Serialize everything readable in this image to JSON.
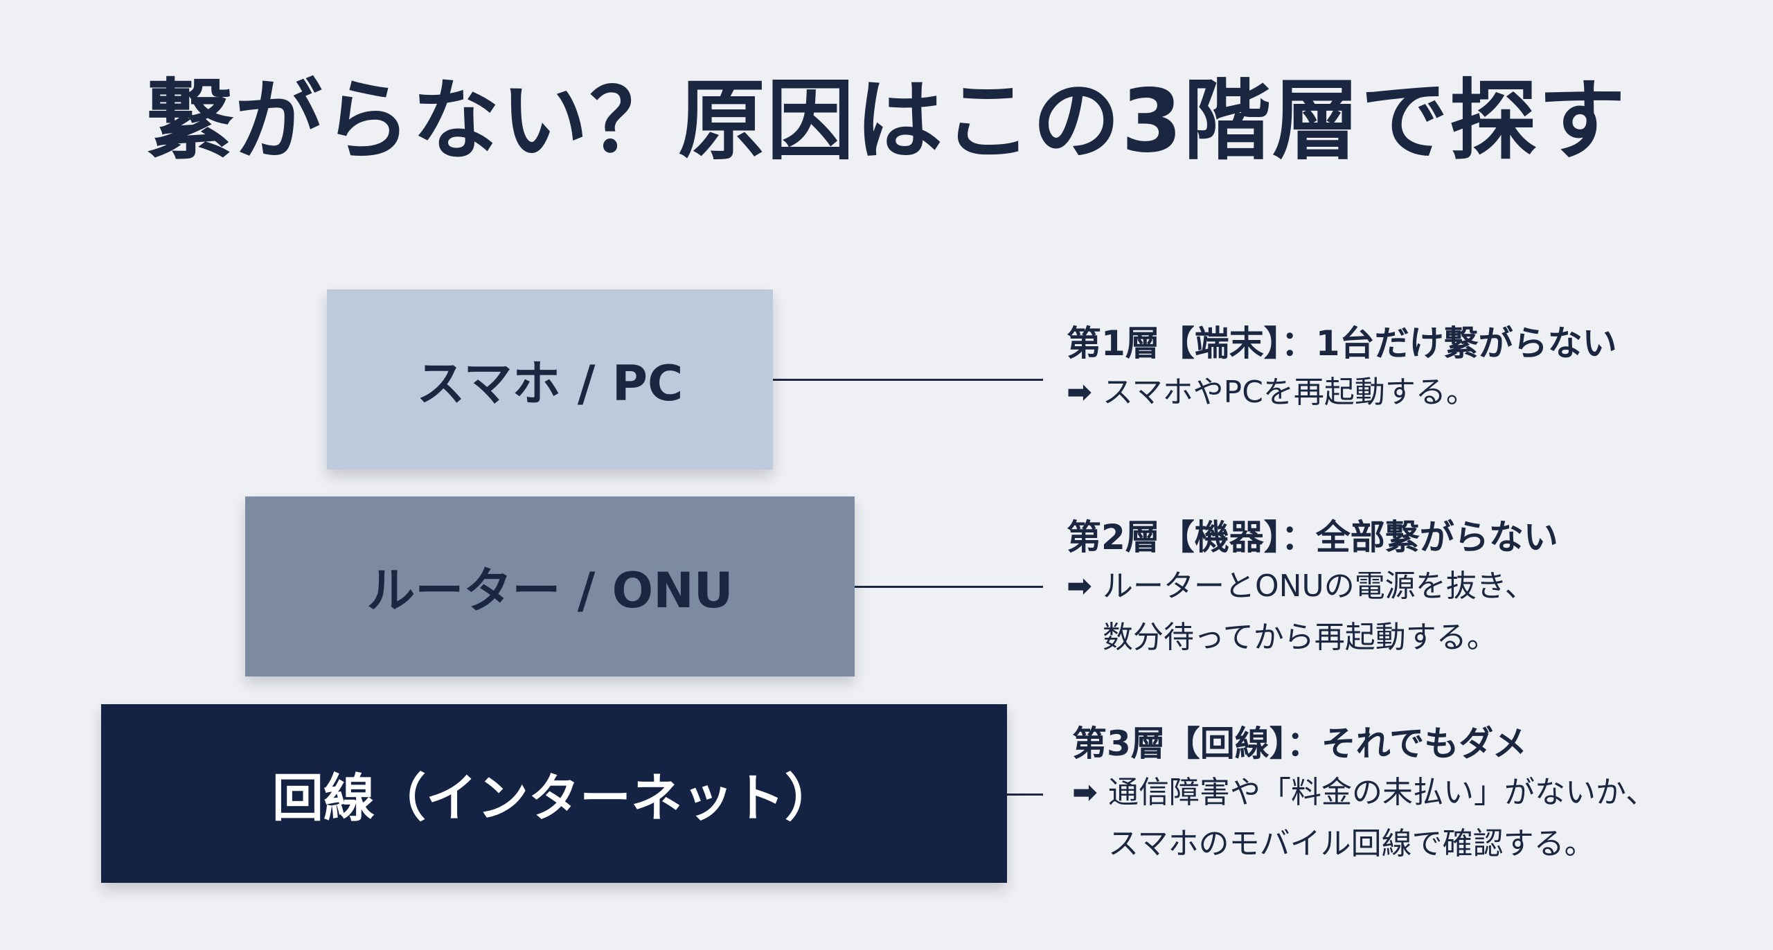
{
  "title": "繋がらない？原因はこの3階層で探す",
  "layers": [
    {
      "label": "スマホ / PC",
      "heading": "第1層【端末】：1台だけ繋がらない",
      "lines": [
        "スマホやPCを再起動する。"
      ],
      "fill": "#bccadb",
      "text_color": "#1b2740"
    },
    {
      "label": "ルーター / ONU",
      "heading": "第2層【機器】：全部繋がらない",
      "lines": [
        "ルーターとONUの電源を抜き、",
        "数分待ってから再起動する。"
      ],
      "fill": "#7c8aa2",
      "text_color": "#1b2740"
    },
    {
      "label": "回線（インターネット）",
      "heading": "第3層【回線】：それでもダメ",
      "lines": [
        "通信障害や「料金の未払い」がないか、",
        "スマホのモバイル回線で確認する。"
      ],
      "fill": "#142344",
      "text_color": "#ffffff"
    }
  ],
  "arrow_glyph": "➡",
  "colors": {
    "background": "#eef0f4",
    "text": "#1b2740",
    "connector": "#1b2740"
  }
}
